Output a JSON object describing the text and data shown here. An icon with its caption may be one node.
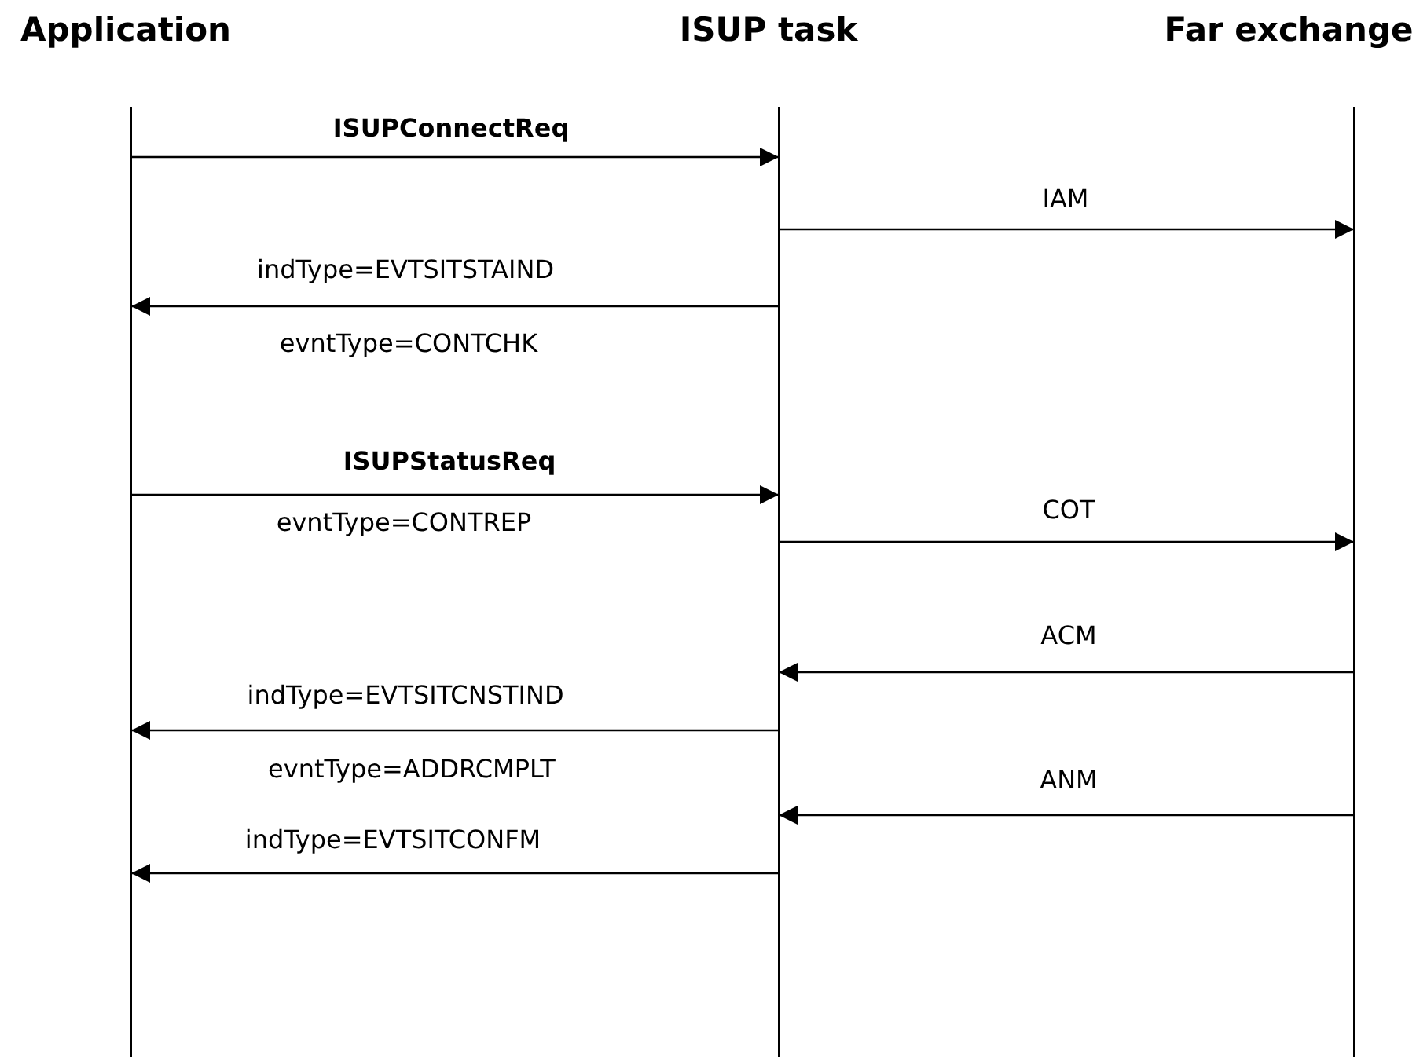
{
  "diagram": {
    "nodes": [
      {
        "text": [
          "Application"
        ]
      },
      {
        "text": [
          "ISUP task"
        ]
      },
      {
        "text": [
          "Far exchange"
        ]
      }
    ],
    "edges": [
      {
        "from": 0,
        "to": 1,
        "arrow": "to",
        "label": "ISUPConnectReq"
      },
      {
        "from": 1,
        "to": 2,
        "arrow": "to",
        "label": "IAM"
      },
      {
        "from": 1,
        "to": 0,
        "arrow": "to",
        "label": "indType=EVTSITSTAIND"
      },
      {
        "from": 0,
        "to": 1,
        "arrow": "to",
        "label": "ISUPStatusReq"
      },
      {
        "from": 1,
        "to": 2,
        "arrow": "to",
        "label": "COT"
      },
      {
        "from": 2,
        "to": 1,
        "arrow": "to",
        "label": "ACM"
      },
      {
        "from": 1,
        "to": 0,
        "arrow": "to",
        "label": "indType=EVTSITCNSTIND"
      },
      {
        "from": 2,
        "to": 1,
        "arrow": "to",
        "label": "ANM"
      },
      {
        "from": 1,
        "to": 0,
        "arrow": "to",
        "label": "indType=EVTSITCONFM"
      }
    ],
    "labels": [
      "evntType=CONTCHK",
      "evntType=CONTREP",
      "evntType=ADDRCMPLT"
    ]
  }
}
